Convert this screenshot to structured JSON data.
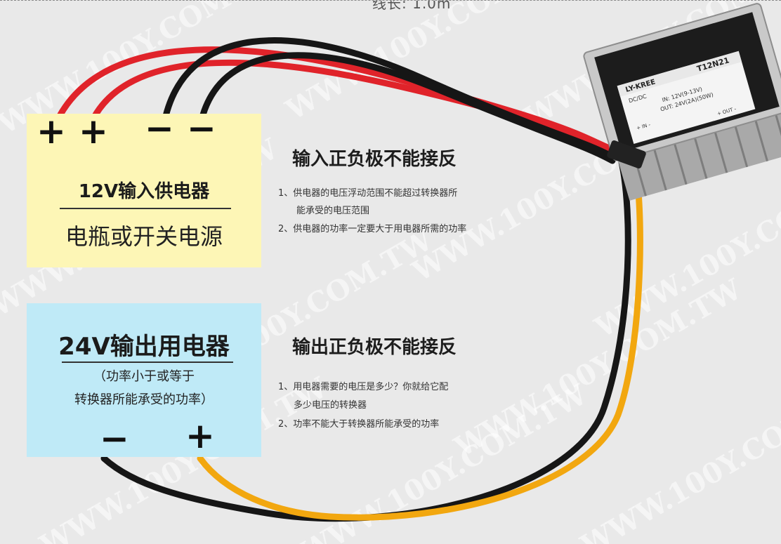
{
  "top_caption": "线长: 1.0m",
  "input": {
    "signs": [
      "+",
      "+",
      "−",
      "−"
    ],
    "title": "12V输入供电器",
    "subtitle": "电瓶或开关电源",
    "section_title": "输入正负极不能接反",
    "notes": [
      "1、供电器的电压浮动范围不能超过转换器所",
      "能承受的电压范围",
      "2、供电器的功率一定要大于用电器所需的功率"
    ]
  },
  "output": {
    "signs": [
      "−",
      "+"
    ],
    "title": "24V输出用电器",
    "subtitle_line1": "（功率小于或等于",
    "subtitle_line2": "转换器所能承受的功率）",
    "section_title": "输出正负极不能接反",
    "notes": [
      "1、用电器需要的电压是多少？你就给它配",
      "多少电压的转换器",
      "2、功率不能大于转换器所能承受的功率"
    ]
  },
  "converter": {
    "brand": "LY-KREE",
    "model": "T12N21",
    "label_lines": [
      "DC/DC",
      "IN: 12V(9-13V)",
      "OUT: 24V(2A)(50W)",
      "+  IN  -",
      "+  OUT  -"
    ]
  },
  "watermark": "WWW.100Y.COM.TW",
  "colors": {
    "background": "#e9e9e9",
    "input_box": "#fdf6b6",
    "output_box": "#bfeaf7",
    "red_wire": "#e0232a",
    "black_wire": "#161616",
    "yellow_wire": "#f2a70f"
  }
}
